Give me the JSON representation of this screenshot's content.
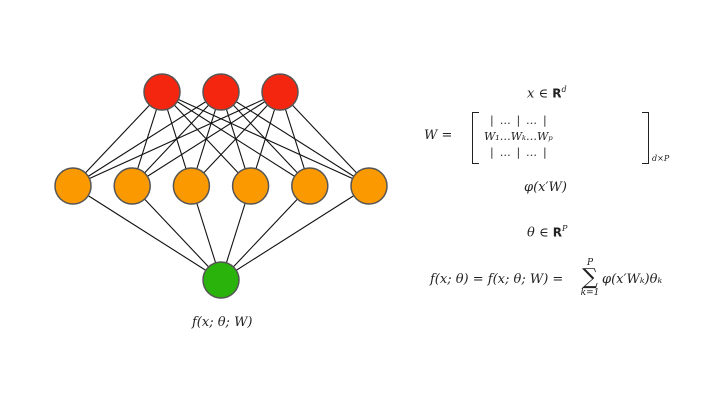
{
  "diagram": {
    "input_nodes": 3,
    "hidden_nodes": 6,
    "output_nodes": 1,
    "colors": {
      "input": "#f5260f",
      "hidden": "#fb9a00",
      "output": "#2ab30a",
      "stroke": "#555555",
      "edge": "#111111"
    },
    "output_label": "f(x; θ; W)"
  },
  "math": {
    "x_domain": {
      "var": "x",
      "op": "∈",
      "set": "R",
      "exp": "d"
    },
    "w_label": "W  =",
    "matrix": [
      [
        "|",
        "…",
        "|",
        "…",
        "|"
      ],
      [
        "W₁",
        "…",
        "Wₖ",
        "…",
        "Wₚ"
      ],
      [
        "|",
        "…",
        "|",
        "…",
        "|"
      ]
    ],
    "matrix_dim": "d×P",
    "phi": "φ(x′W)",
    "theta_domain": {
      "var": "θ",
      "op": "∈",
      "set": "R",
      "exp": "P"
    },
    "f_lhs": "f(x; θ)  =  f(x; θ; W)  =",
    "sum_top": "P",
    "sum_sym": "∑",
    "sum_bottom": "k=1",
    "f_rhs": "φ(x′Wₖ)θₖ"
  }
}
